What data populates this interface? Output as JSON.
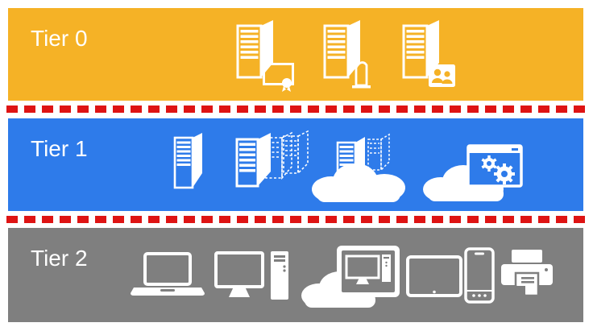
{
  "diagram": {
    "name": "administrative-tier-model",
    "background": "#FFFFFF"
  },
  "colors": {
    "tier0_band": "#F5B226",
    "tier1_band": "#2E7BEA",
    "tier2_band": "#7F7F7F",
    "separator_red": "#DE1414",
    "icon_white": "#FFFFFF"
  },
  "tiers": [
    {
      "label": "Tier 0",
      "color": "#F5B226",
      "icons": [
        "server-with-certificate",
        "server-with-document",
        "server-with-users"
      ]
    },
    {
      "label": "Tier 1",
      "color": "#2E7BEA",
      "icons": [
        "server-tower",
        "virtualized-server-rack",
        "cloud-hosted-servers",
        "cloud-web-app-with-gears"
      ]
    },
    {
      "label": "Tier 2",
      "color": "#7F7F7F",
      "icons": [
        "laptop",
        "desktop-computer-with-tower",
        "cloud-virtual-desktop",
        "tablet",
        "smartphone",
        "printer"
      ]
    }
  ],
  "separators": [
    {
      "style": "red-dashed",
      "color": "#DE1414"
    },
    {
      "style": "red-dashed",
      "color": "#DE1414"
    }
  ]
}
